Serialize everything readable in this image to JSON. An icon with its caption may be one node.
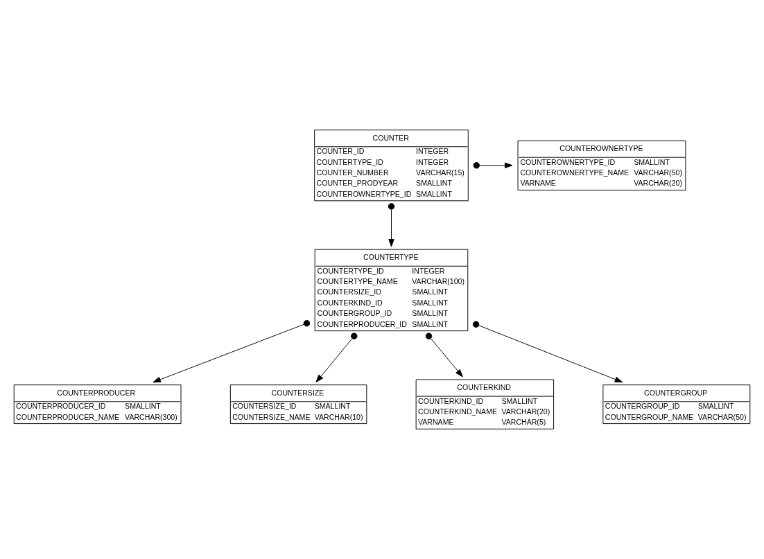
{
  "diagram": {
    "nodes": [
      {
        "text": [
          "COUNTER",
          "COUNTER_ID",
          "INTEGER",
          "COUNTERTYPE_ID",
          "INTEGER",
          "COUNTER_NUMBER",
          "VARCHAR(15)",
          "COUNTER_PRODYEAR",
          "SMALLINT",
          "COUNTEROWNERTYPE_ID",
          "SMALLINT"
        ]
      },
      {
        "text": [
          "COUNTEROWNERTYPE",
          "COUNTEROWNERTYPE_ID",
          "SMALLINT",
          "COUNTEROWNERTYPE_NAME",
          "VARCHAR(50)",
          "VARNAME",
          "VARCHAR(20)"
        ]
      },
      {
        "text": [
          "COUNTERTYPE",
          "COUNTERTYPE_ID",
          "INTEGER",
          "COUNTERTYPE_NAME",
          "VARCHAR(100)",
          "COUNTERSIZE_ID",
          "SMALLINT",
          "COUNTERKIND_ID",
          "SMALLINT",
          "COUNTERGROUP_ID",
          "SMALLINT",
          "COUNTERPRODUCER_ID",
          "SMALLINT"
        ]
      },
      {
        "text": [
          "COUNTERPRODUCER",
          "COUNTERPRODUCER_ID",
          "SMALLINT",
          "COUNTERPRODUCER_NAME",
          "VARCHAR(300)"
        ]
      },
      {
        "text": [
          "COUNTERSIZE",
          "COUNTERSIZE_ID",
          "SMALLINT",
          "COUNTERSIZE_NAME",
          "VARCHAR(10)"
        ]
      },
      {
        "text": [
          "COUNTERKIND",
          "COUNTERKIND_ID",
          "SMALLINT",
          "COUNTERKIND_NAME",
          "VARCHAR(20)",
          "VARNAME",
          "VARCHAR(5)"
        ]
      },
      {
        "text": [
          "COUNTERGROUP",
          "COUNTERGROUP_ID",
          "SMALLINT",
          "COUNTERGROUP_NAME",
          "VARCHAR(50)"
        ]
      }
    ],
    "edges": [
      {
        "from": 0,
        "to": 1,
        "arrow": "to"
      },
      {
        "from": 0,
        "to": 2,
        "arrow": "to"
      },
      {
        "from": 2,
        "to": 3,
        "arrow": "to"
      },
      {
        "from": 2,
        "to": 4,
        "arrow": "to"
      },
      {
        "from": 2,
        "to": 5,
        "arrow": "to"
      },
      {
        "from": 2,
        "to": 6,
        "arrow": "to"
      }
    ]
  }
}
